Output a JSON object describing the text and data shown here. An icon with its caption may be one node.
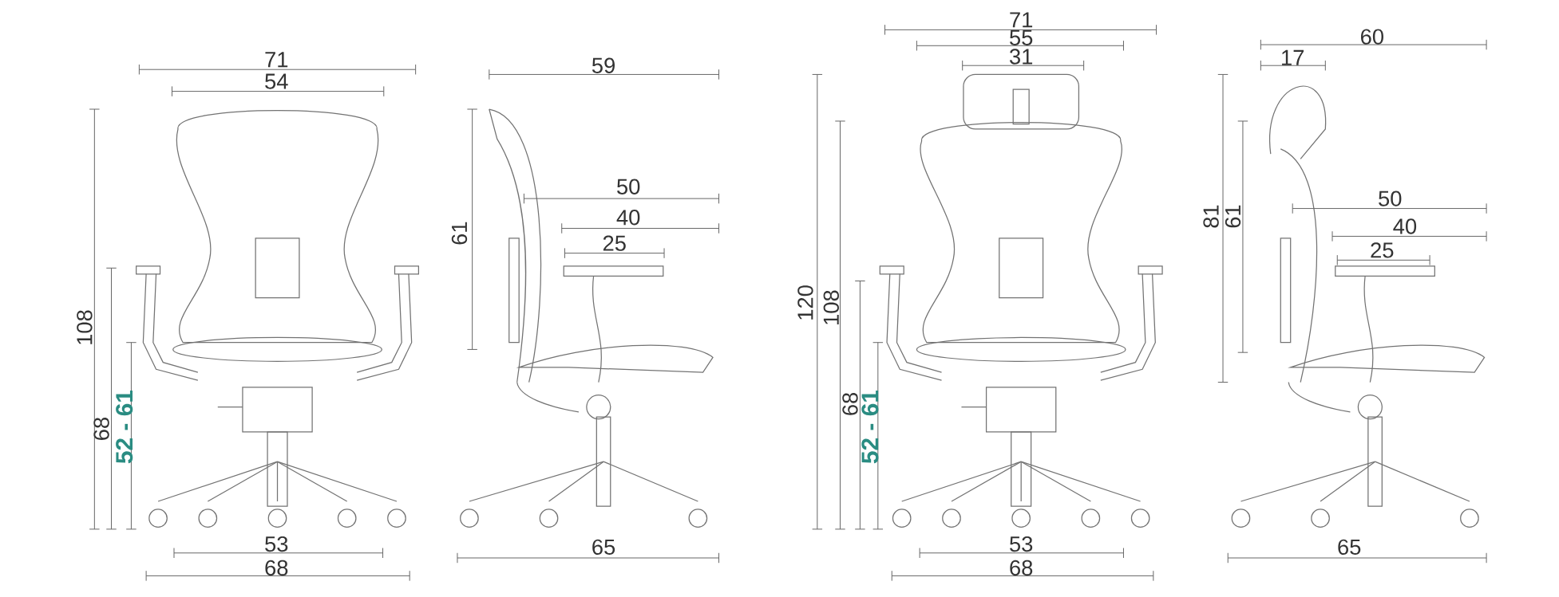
{
  "diagram": {
    "labels": [
      "71",
      "54",
      "108",
      "68",
      "52 - 61",
      "53",
      "68",
      "59",
      "61",
      "50",
      "40",
      "25",
      "65",
      "71",
      "55",
      "31",
      "120",
      "108",
      "68",
      "52 - 61",
      "53",
      "68",
      "60",
      "17",
      "81",
      "61",
      "50",
      "40",
      "25",
      "65"
    ]
  }
}
